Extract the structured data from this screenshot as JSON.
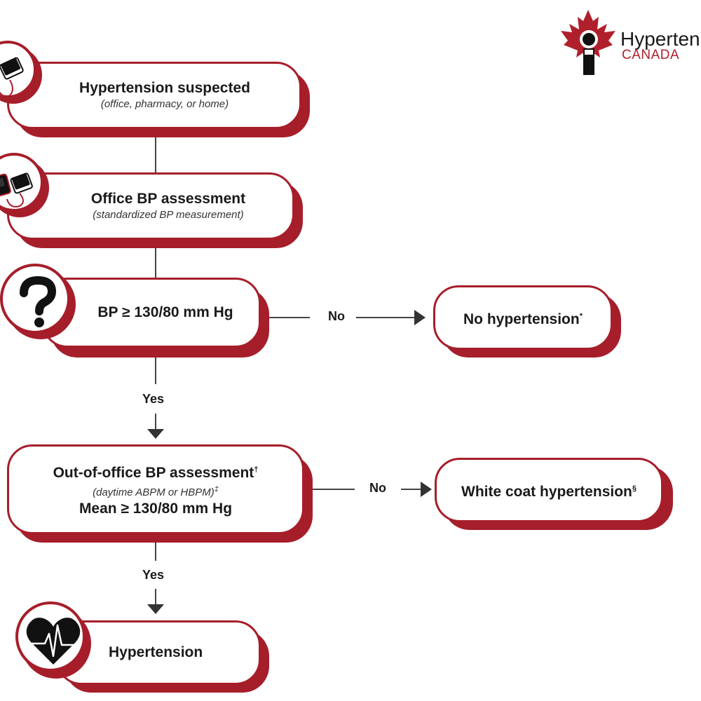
{
  "logo": {
    "line1": "Hyperten",
    "line2": "CANADA"
  },
  "nodes": {
    "suspected": {
      "title": "Hypertension suspected",
      "subtitle": "(office, pharmacy, or home)",
      "icon": "bp-cuff-icon"
    },
    "office": {
      "title": "Office BP assessment",
      "subtitle": "(standardized BP measurement)",
      "icon": "bp-monitor-icon"
    },
    "threshold": {
      "title": "BP ≥ 130/80 mm Hg",
      "icon": "question-mark-icon"
    },
    "no_htn": {
      "title": "No hypertension",
      "mark": "*"
    },
    "out_of_office": {
      "title": "Out-of-office BP assessment",
      "title_mark": "†",
      "subtitle": "(daytime ABPM or HBPM)",
      "subtitle_mark": "‡",
      "criterion": "Mean ≥ 130/80 mm Hg"
    },
    "white_coat": {
      "title": "White coat hypertension",
      "mark": "§"
    },
    "htn": {
      "title": "Hypertension",
      "icon": "heart-ecg-icon"
    }
  },
  "edges": {
    "no1": "No",
    "yes1": "Yes",
    "no2": "No",
    "yes2": "Yes"
  },
  "colors": {
    "accent": "#a61e2a",
    "connector": "#444444"
  }
}
